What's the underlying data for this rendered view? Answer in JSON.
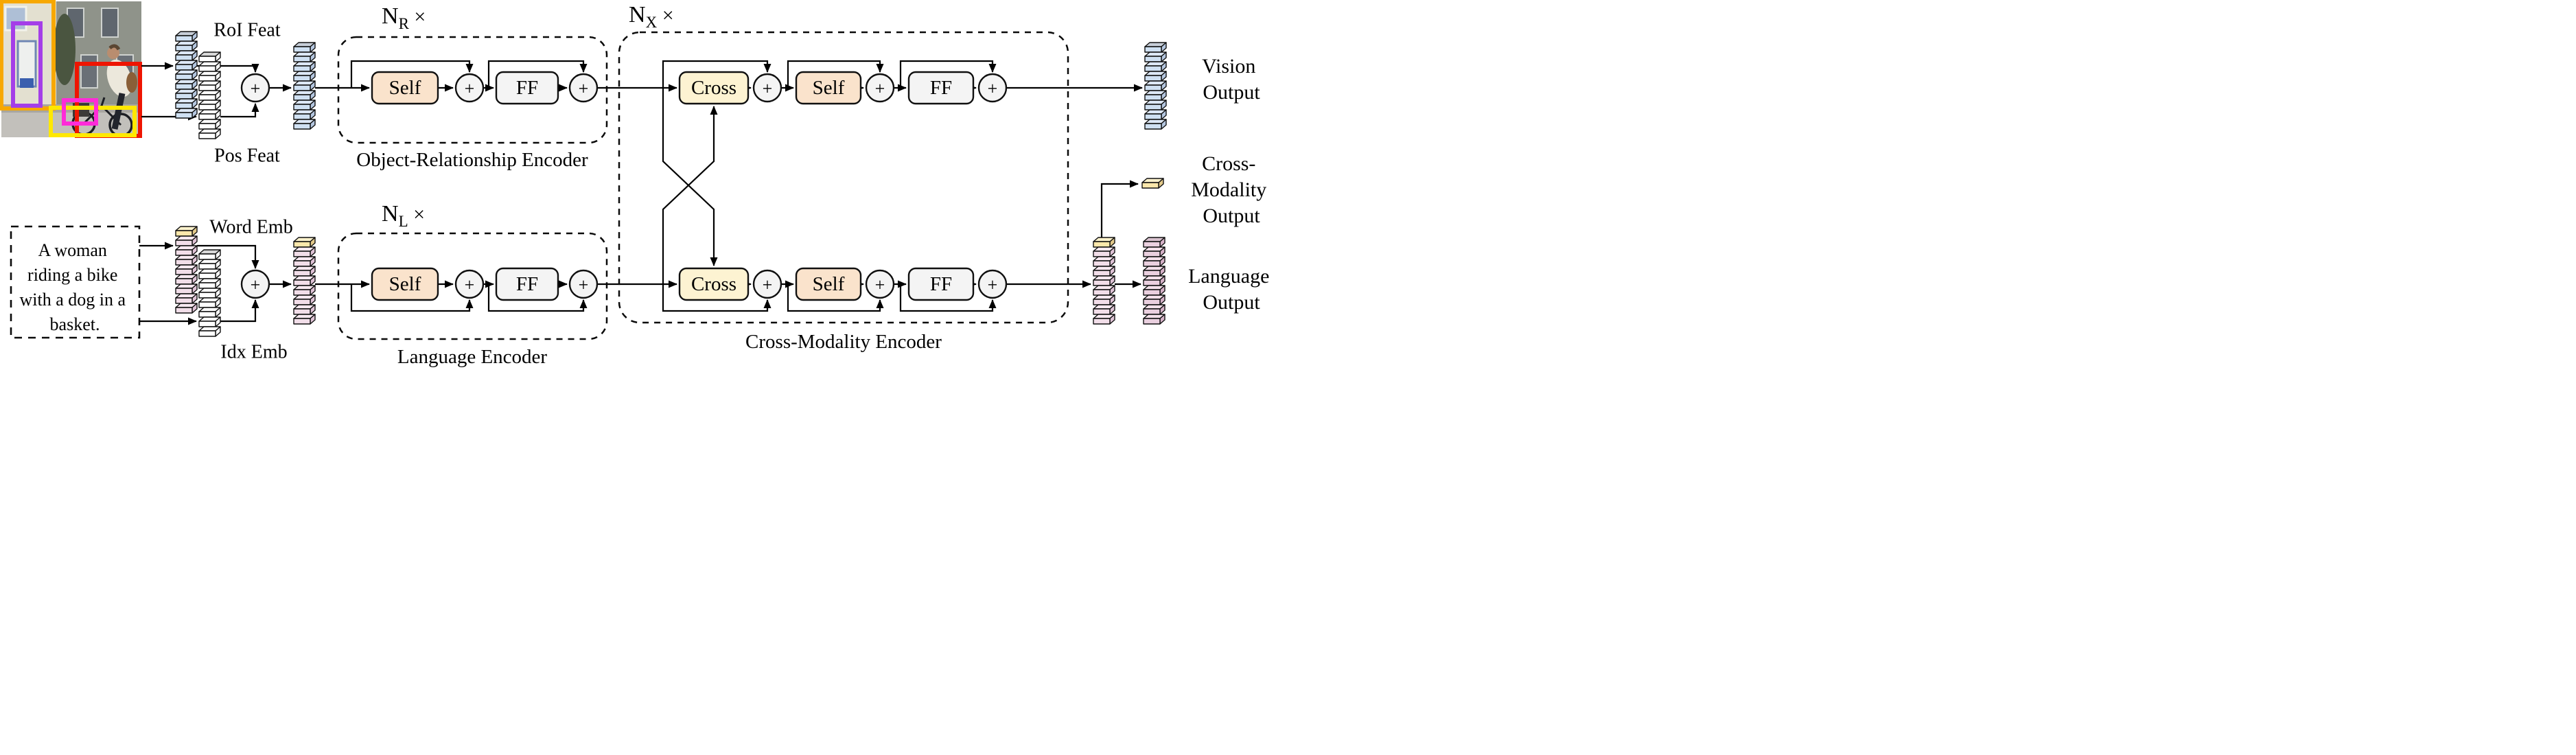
{
  "inputs": {
    "image_alt": "street photo of a woman riding a bike with detected object bounding boxes",
    "sentence": {
      "full": "A woman riding a bike with a dog in a basket.",
      "lines": [
        "A woman",
        "riding a bike",
        "with a dog in a",
        "basket."
      ]
    },
    "roi_feat": "RoI Feat",
    "pos_feat": "Pos Feat",
    "word_emb": "Word Emb",
    "idx_emb": "Idx Emb"
  },
  "blocks": {
    "self": "Self",
    "ff": "FF",
    "cross": "Cross",
    "plus": "+"
  },
  "encoders": {
    "object_relationship": {
      "label": "Object-Relationship Encoder",
      "repeat_base": "N",
      "repeat_sub": "R",
      "repeat_times": " ×"
    },
    "language": {
      "label": "Language Encoder",
      "repeat_base": "N",
      "repeat_sub": "L",
      "repeat_times": " ×"
    },
    "cross_modality": {
      "label": "Cross-Modality Encoder",
      "repeat_base": "N",
      "repeat_sub": "X",
      "repeat_times": " ×"
    }
  },
  "outputs": {
    "vision": [
      "Vision",
      "Output"
    ],
    "cross_modality": [
      "Cross-",
      "Modality",
      "Output"
    ],
    "language": [
      "Language",
      "Output"
    ]
  },
  "palette": {
    "self_block": "#fae3cc",
    "cross_block": "#fdf3d2",
    "ff_block": "#f4f4f4",
    "sum_circle": "#f4f4f4",
    "vision_feature": "#cfe0f2",
    "language_feature": "#f2dee9",
    "cls_feature": "#fbe7ab",
    "plain_feature": "#ffffff",
    "bbox_orange": "#f7a800",
    "bbox_purple": "#a43ee8",
    "bbox_red": "#ee1502",
    "bbox_magenta": "#ff2bd8",
    "bbox_yellow": "#ffe800"
  }
}
